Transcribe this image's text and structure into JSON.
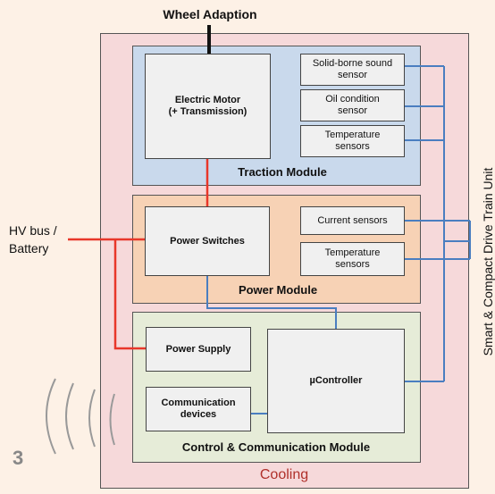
{
  "wheel_adaption": "Wheel Adaption",
  "hv_bus": "HV bus /",
  "hv_battery": "Battery",
  "side_label": "Smart & Compact Drive Train Unit",
  "cooling": "Cooling",
  "slide_number": "3",
  "traction": {
    "label": "Traction Module",
    "motor_line1": "Electric Motor",
    "motor_line2": "(+ Transmission)",
    "sensor_sound_1": "Solid-borne sound",
    "sensor_sound_2": "sensor",
    "sensor_oil_1": "Oil condition",
    "sensor_oil_2": "sensor",
    "sensor_temp_1": "Temperature",
    "sensor_temp_2": "sensors"
  },
  "power": {
    "label": "Power Module",
    "switches": "Power Switches",
    "current_sensors": "Current sensors",
    "temp_1": "Temperature",
    "temp_2": "sensors"
  },
  "control": {
    "label": "Control & Communication Module",
    "power_supply": "Power Supply",
    "comm_1": "Communication",
    "comm_2": "devices",
    "controller": "µController"
  },
  "colors": {
    "outer_fill": "#f6d9da",
    "traction_fill": "#c9d9ec",
    "power_fill": "#f7d2b5",
    "control_fill": "#e6ecd8",
    "red_line": "#e8372a",
    "blue_line": "#4a7ec0",
    "cooling_text": "#b0302a"
  }
}
